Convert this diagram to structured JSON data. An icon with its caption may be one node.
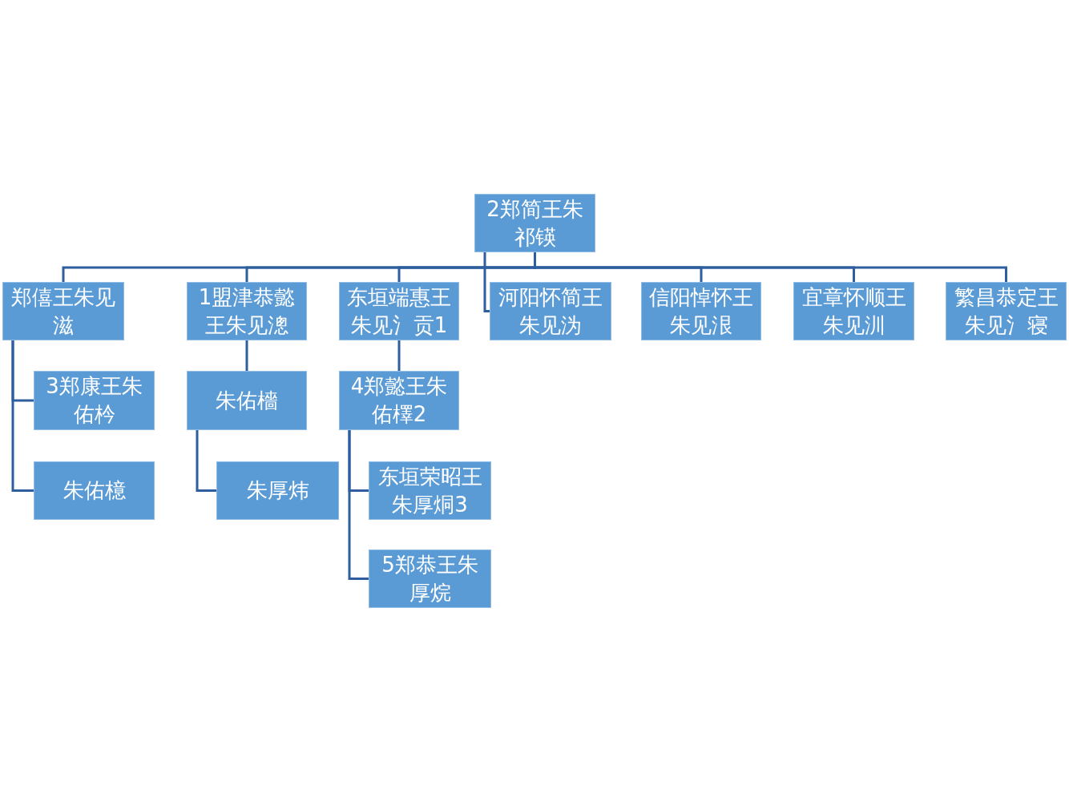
{
  "diagram": {
    "nodes": [
      {
        "text": [
          "2郑简王朱祁锳"
        ]
      },
      {
        "text": [
          "郑僖王朱见滋"
        ]
      },
      {
        "text": [
          "1盟津恭懿王朱见漗"
        ]
      },
      {
        "text": [
          "东垣端惠王朱见氵贡1"
        ]
      },
      {
        "text": [
          "河阳怀简王朱见沩"
        ]
      },
      {
        "text": [
          "信阳悼怀王朱见泿"
        ]
      },
      {
        "text": [
          "宜章怀顺王朱见汌"
        ]
      },
      {
        "text": [
          "繁昌恭定王朱见氵寝"
        ]
      },
      {
        "text": [
          "3郑康王朱佑枔"
        ]
      },
      {
        "text": [
          "朱佑檍"
        ]
      },
      {
        "text": [
          "朱佑檣"
        ]
      },
      {
        "text": [
          "朱厚炜"
        ]
      },
      {
        "text": [
          "4郑懿王朱佑檡2"
        ]
      },
      {
        "text": [
          "东垣荣昭王朱厚烔3"
        ]
      },
      {
        "text": [
          "5郑恭王朱厚烷"
        ]
      }
    ],
    "edges": [
      {
        "from": 0,
        "to": 1,
        "arrow": "none"
      },
      {
        "from": 0,
        "to": 2,
        "arrow": "none"
      },
      {
        "from": 0,
        "to": 3,
        "arrow": "none"
      },
      {
        "from": 0,
        "to": 4,
        "arrow": "none"
      },
      {
        "from": 0,
        "to": 5,
        "arrow": "none"
      },
      {
        "from": 0,
        "to": 6,
        "arrow": "none"
      },
      {
        "from": 0,
        "to": 7,
        "arrow": "none"
      },
      {
        "from": 1,
        "to": 8,
        "arrow": "none"
      },
      {
        "from": 1,
        "to": 9,
        "arrow": "none"
      },
      {
        "from": 2,
        "to": 10,
        "arrow": "none"
      },
      {
        "from": 10,
        "to": 11,
        "arrow": "none"
      },
      {
        "from": 3,
        "to": 12,
        "arrow": "none"
      },
      {
        "from": 12,
        "to": 13,
        "arrow": "none"
      },
      {
        "from": 12,
        "to": 14,
        "arrow": "none"
      }
    ]
  }
}
